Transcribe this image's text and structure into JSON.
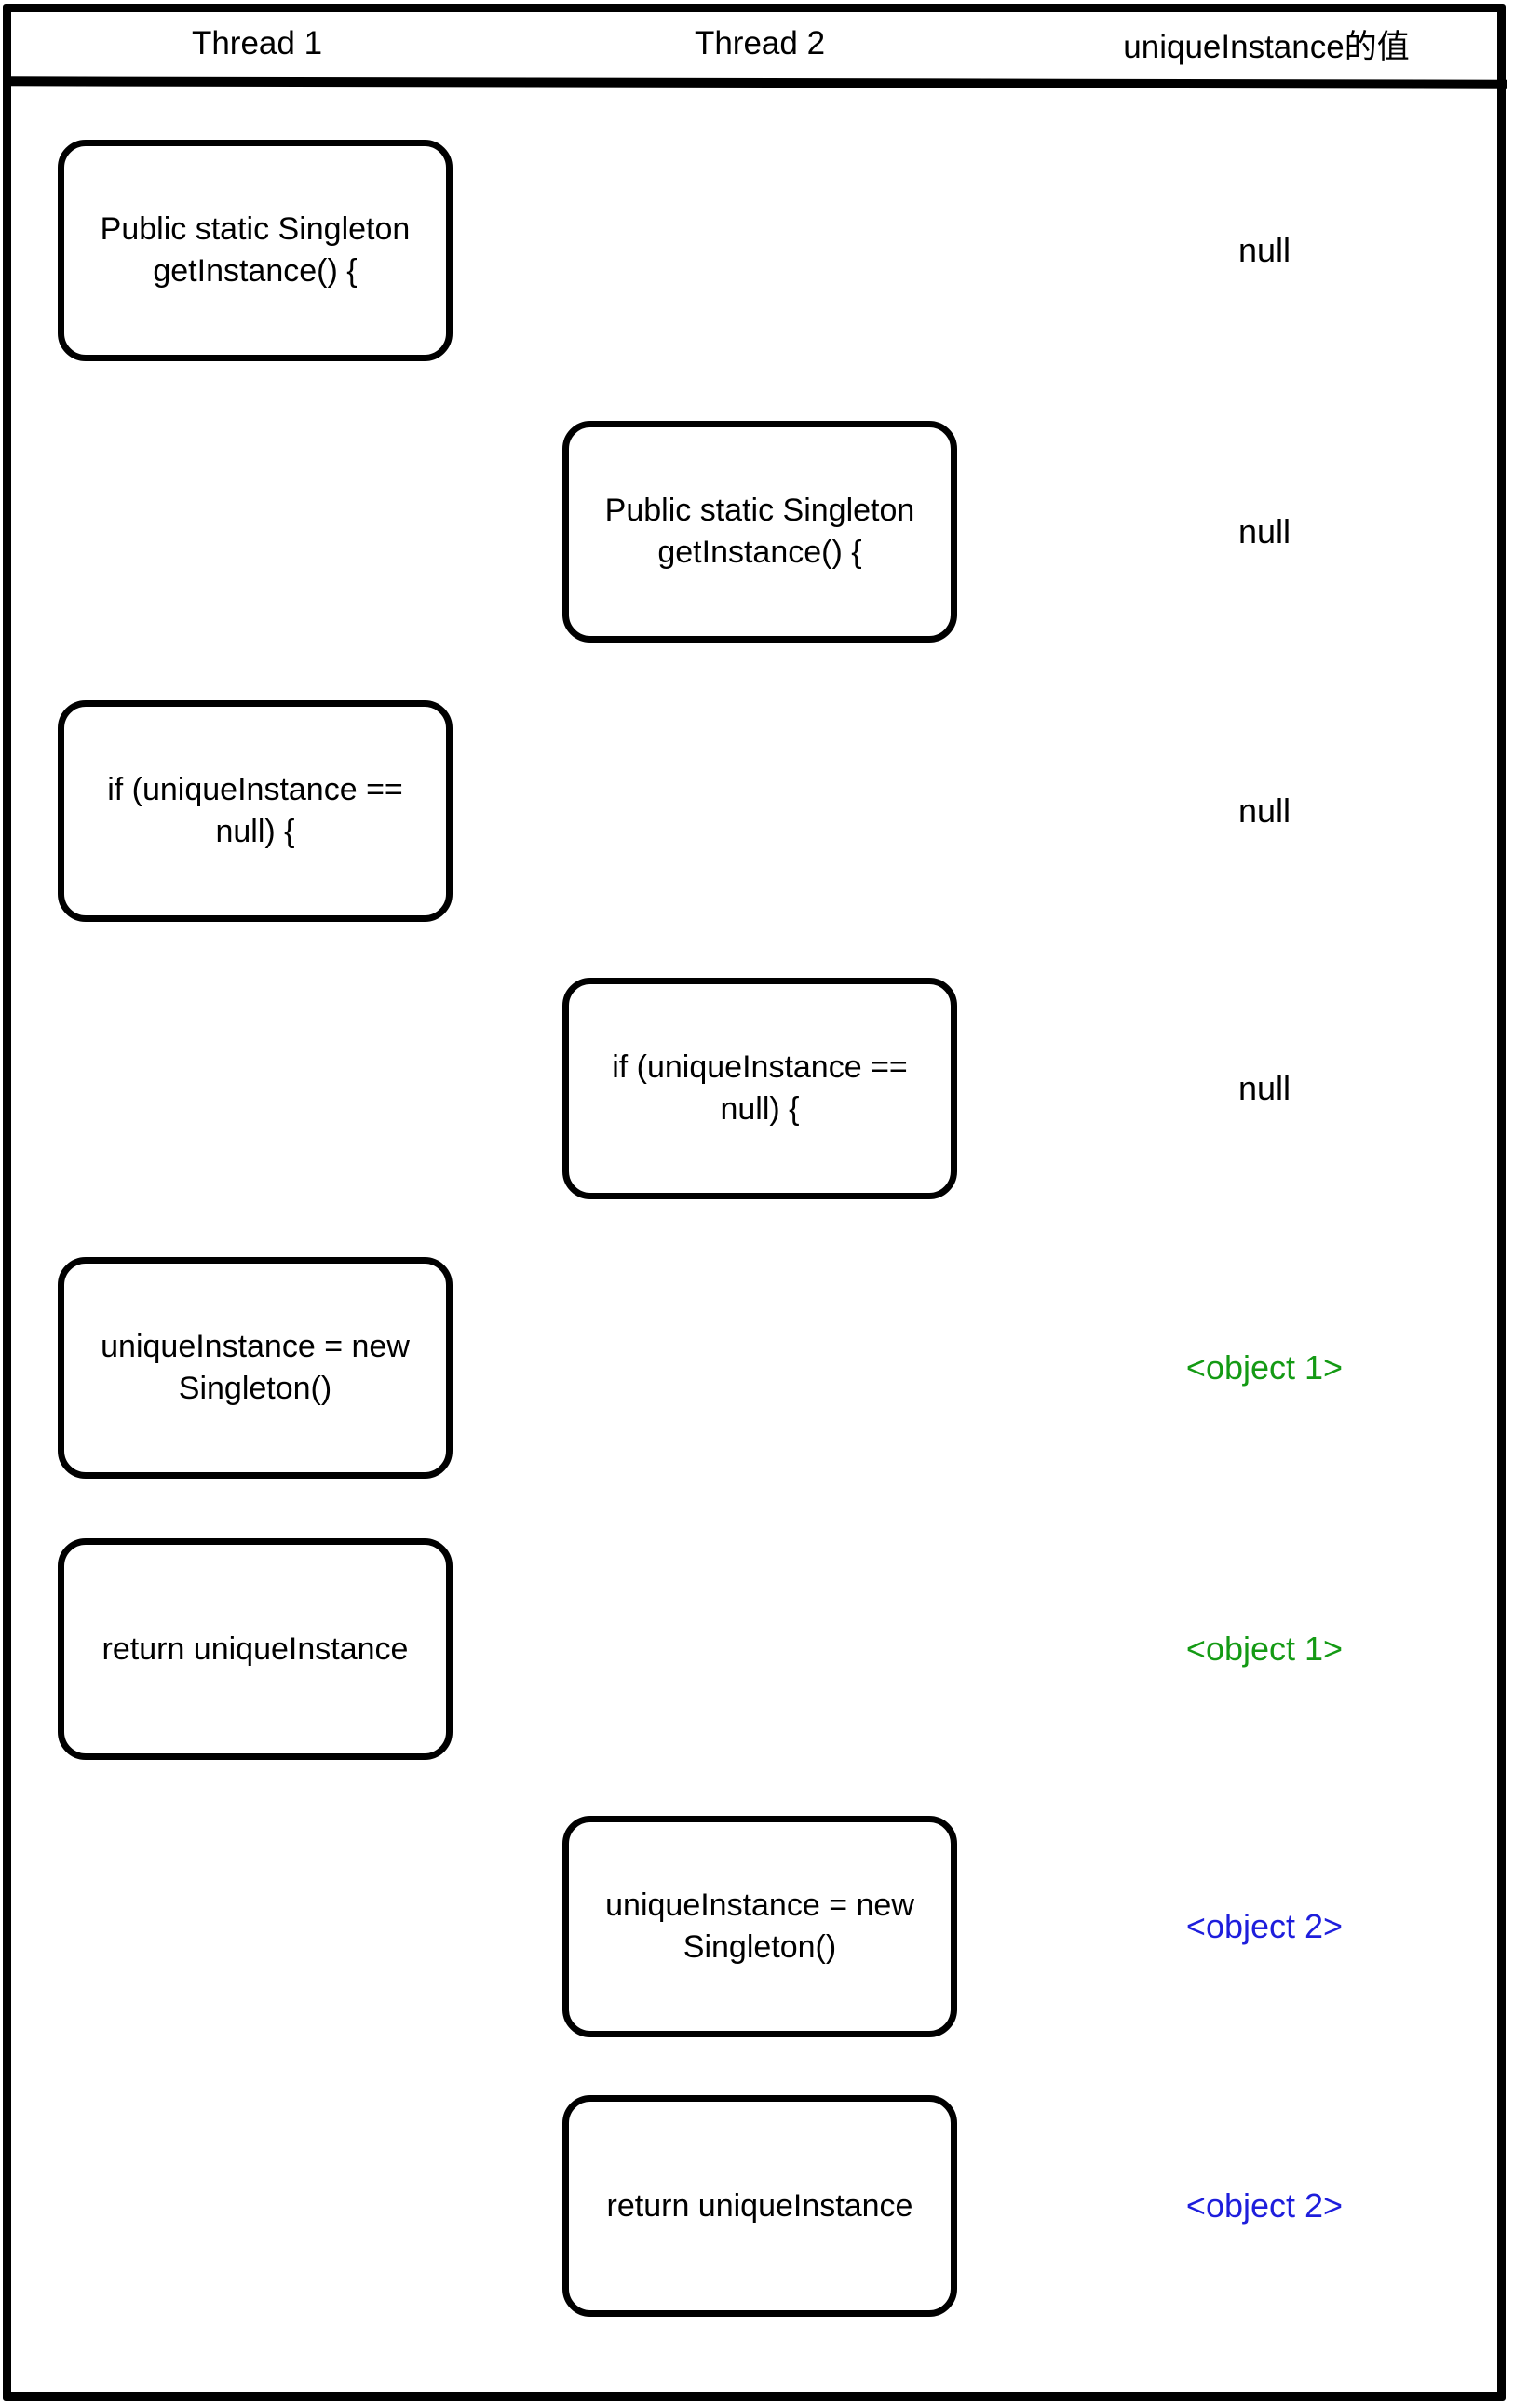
{
  "header": {
    "columns": [
      {
        "label": "Thread 1"
      },
      {
        "label": "Thread 2"
      },
      {
        "label": "uniqueInstance的值"
      }
    ]
  },
  "colors": {
    "black": "#000000",
    "green": "#149a14",
    "blue": "#1e1edc"
  },
  "rows": [
    {
      "thread": "Thread 1",
      "box_text": "Public static Singleton\ngetInstance() {",
      "value": "null",
      "value_color": "black"
    },
    {
      "thread": "Thread 2",
      "box_text": "Public static Singleton\ngetInstance() {",
      "value": "null",
      "value_color": "black"
    },
    {
      "thread": "Thread 1",
      "box_text": "if (uniqueInstance ==\nnull) {",
      "value": "null",
      "value_color": "black"
    },
    {
      "thread": "Thread 2",
      "box_text": "if (uniqueInstance ==\nnull) {",
      "value": "null",
      "value_color": "black"
    },
    {
      "thread": "Thread 1",
      "box_text": "uniqueInstance = new\nSingleton()",
      "value": "<object 1>",
      "value_color": "green"
    },
    {
      "thread": "Thread 1",
      "box_text": "return uniqueInstance",
      "value": "<object 1>",
      "value_color": "green"
    },
    {
      "thread": "Thread 2",
      "box_text": "uniqueInstance = new\nSingleton()",
      "value": "<object 2>",
      "value_color": "blue"
    },
    {
      "thread": "Thread 2",
      "box_text": "return uniqueInstance",
      "value": "<object 2>",
      "value_color": "blue"
    }
  ]
}
